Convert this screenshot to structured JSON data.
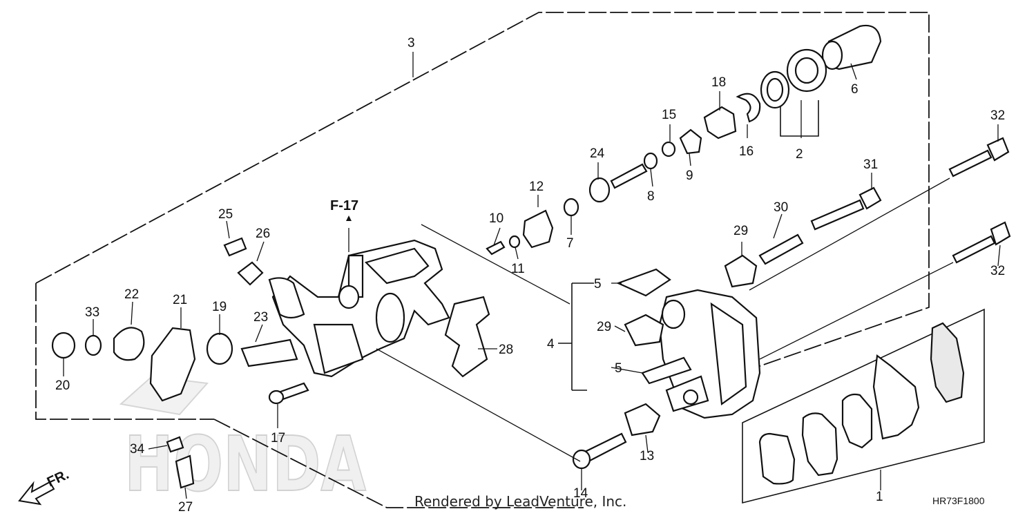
{
  "diagram": {
    "callouts": [
      "1",
      "2",
      "3",
      "4",
      "5",
      "6",
      "7",
      "8",
      "9",
      "10",
      "11",
      "12",
      "13",
      "14",
      "15",
      "16",
      "17",
      "18",
      "19",
      "20",
      "21",
      "22",
      "23",
      "24",
      "25",
      "26",
      "27",
      "28",
      "29",
      "30",
      "31",
      "32",
      "33",
      "34"
    ],
    "reference": "F-17",
    "direction_label": "FR.",
    "watermark": "HONDA",
    "credit": "Rendered by LeadVenture, Inc.",
    "figure_code": "HR73F1800"
  }
}
